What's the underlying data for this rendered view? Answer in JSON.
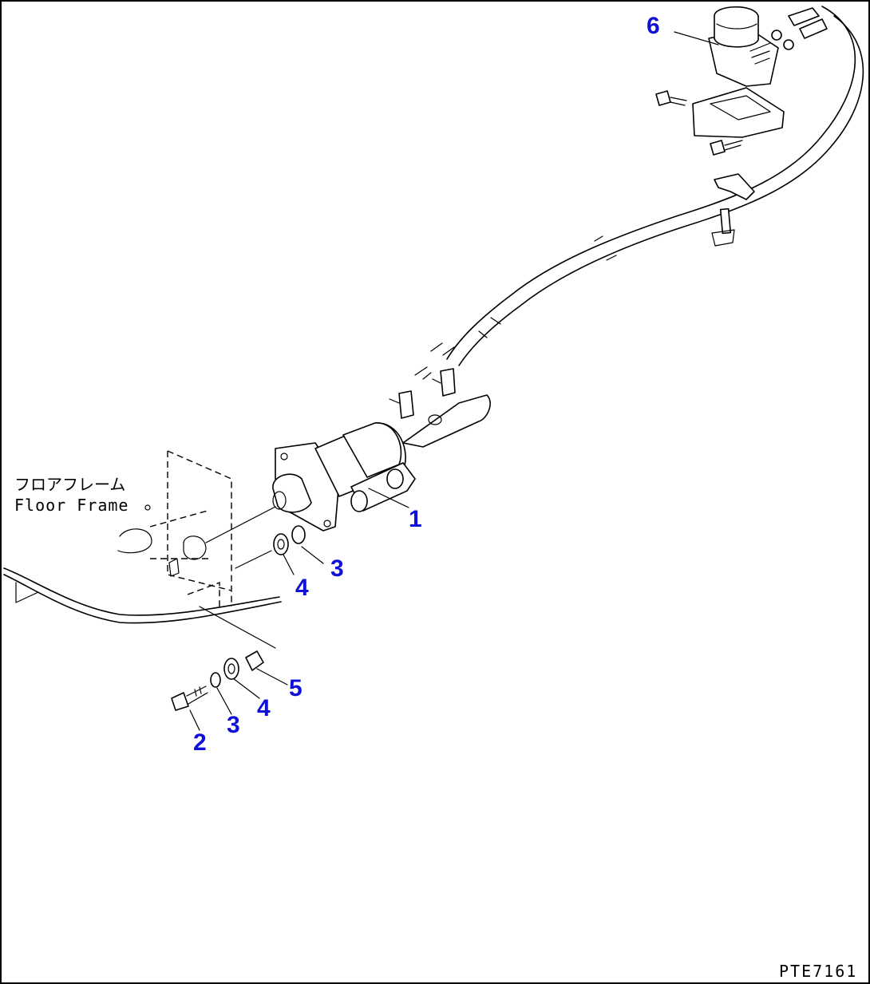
{
  "labels": {
    "floor_frame_jp": "フロアフレーム",
    "floor_frame_en": "Floor Frame",
    "drawing_code": "PTE7161"
  },
  "callouts": {
    "c1": "1",
    "c2": "2",
    "c3a": "3",
    "c3b": "3",
    "c4a": "4",
    "c4b": "4",
    "c5": "5",
    "c6": "6"
  },
  "colors": {
    "callout": "#1010d8",
    "line": "#000000",
    "background": "#ffffff"
  }
}
